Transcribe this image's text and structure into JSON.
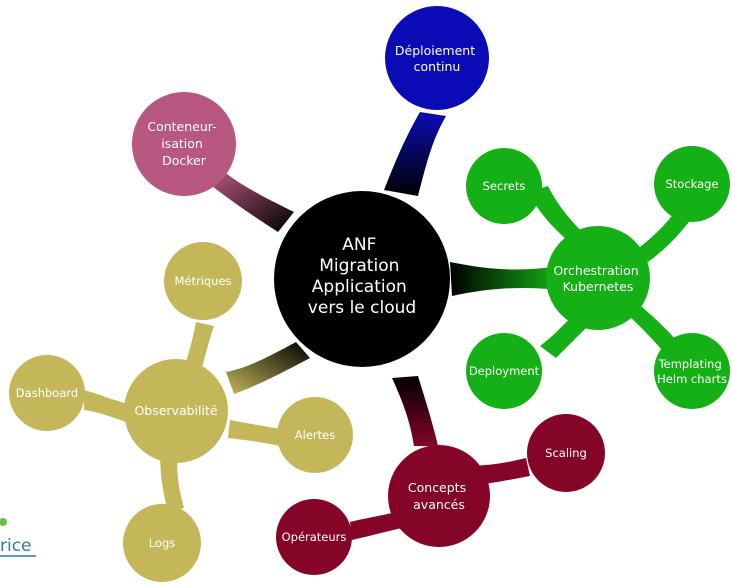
{
  "colors": {
    "root": "#000000",
    "deploiement": "#0b0bb6",
    "docker": "#b8577f",
    "kubernetes": "#15b015",
    "observabilite": "#c4b75a",
    "concepts": "#850529",
    "logo_dot": "#6cbf4a",
    "logo_text": "#2a7ab5"
  },
  "mindmap": {
    "root": {
      "lines": [
        "ANF",
        "Migration",
        "Application",
        "vers le cloud"
      ]
    },
    "branches": {
      "deploiement": {
        "lines": [
          "Déploiement",
          "continu"
        ]
      },
      "docker": {
        "lines": [
          "Conteneur-",
          "isation",
          "Docker"
        ]
      },
      "kubernetes": {
        "lines": [
          "Orchestration",
          "Kubernetes"
        ],
        "children": {
          "secrets": {
            "lines": [
              "Secrets"
            ]
          },
          "stockage": {
            "lines": [
              "Stockage"
            ]
          },
          "deployment": {
            "lines": [
              "Deployment"
            ]
          },
          "helm": {
            "lines": [
              "Templating",
              "Helm charts"
            ]
          }
        }
      },
      "observabilite": {
        "lines": [
          "Observabilité"
        ],
        "children": {
          "metriques": {
            "lines": [
              "Métriques"
            ]
          },
          "dashboard": {
            "lines": [
              "Dashboard"
            ]
          },
          "alertes": {
            "lines": [
              "Alertes"
            ]
          },
          "logs": {
            "lines": [
              "Logs"
            ]
          }
        }
      },
      "concepts": {
        "lines": [
          "Concepts",
          "avancés"
        ],
        "children": {
          "scaling": {
            "lines": [
              "Scaling"
            ]
          },
          "operateurs": {
            "lines": [
              "Opérateurs"
            ]
          }
        }
      }
    }
  },
  "logo": {
    "text": "rice"
  }
}
